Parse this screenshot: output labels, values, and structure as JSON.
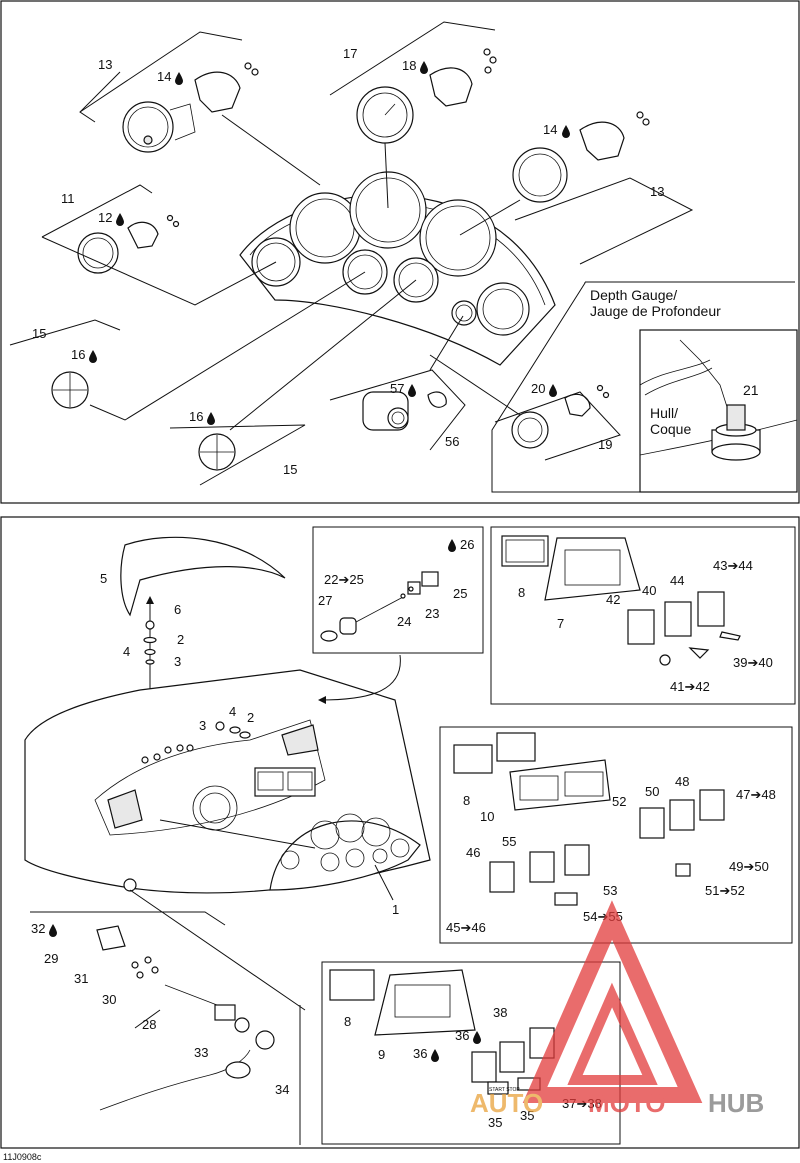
{
  "top_panel": {
    "labels": {
      "l13a": "13",
      "l14a": "14",
      "l17": "17",
      "l18": "18",
      "l14b": "14",
      "l13b": "13",
      "l11": "11",
      "l12": "12",
      "l15a": "15",
      "l16a": "16",
      "l16b": "16",
      "l15b": "15",
      "l57": "57",
      "l56": "56",
      "l20": "20",
      "l19": "19",
      "l21": "21"
    },
    "inset": {
      "title_line1": "Depth Gauge/",
      "title_line2": "Jauge de Profondeur",
      "hull_line1": "Hull/",
      "hull_line2": "Coque"
    }
  },
  "bottom_panel": {
    "labels": {
      "l5": "5",
      "l6": "6",
      "l2a": "2",
      "l4a": "4",
      "l3a": "3",
      "l3b": "3",
      "l4b": "4",
      "l2b": "2",
      "l1": "1",
      "l22": "22➔25",
      "l26": "26",
      "l27": "27",
      "l24": "24",
      "l23": "23",
      "l25": "25",
      "l8a": "8",
      "l7": "7",
      "l42": "42",
      "l40": "40",
      "l44": "44",
      "l43": "43➔44",
      "l39": "39➔40",
      "l41": "41➔42",
      "l8b": "8",
      "l10": "10",
      "l52": "52",
      "l50": "50",
      "l48": "48",
      "l47": "47➔48",
      "l55": "55",
      "l46": "46",
      "l53": "53",
      "l49": "49➔50",
      "l51": "51➔52",
      "l45": "45➔46",
      "l54": "54➔55",
      "l32": "32",
      "l29": "29",
      "l31": "31",
      "l30": "30",
      "l28": "28",
      "l33": "33",
      "l34": "34",
      "l8c": "8",
      "l9": "9",
      "l38": "38",
      "l36a": "36",
      "l36b": "36",
      "l35a": "35",
      "l35b": "35",
      "l37": "37➔38"
    },
    "switch_text": {
      "start_stop": "START STOP"
    }
  },
  "watermark": {
    "brand_a": "AUTO",
    "brand_b": "MOTO",
    "brand_c": "HUB"
  },
  "footer": {
    "code": "11J0908c"
  },
  "colors": {
    "watermark_red": "#e23b3b",
    "watermark_gray": "#7a7a7a",
    "line": "#111111"
  }
}
